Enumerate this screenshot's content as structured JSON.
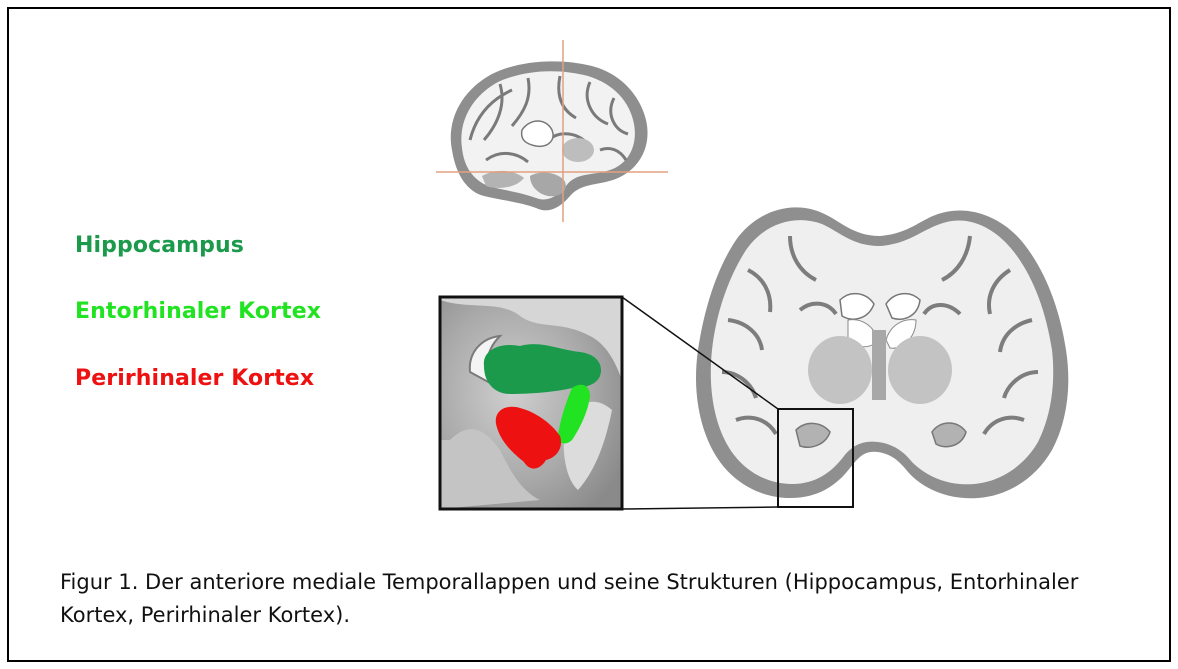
{
  "legend": [
    {
      "label": "Hippocampus",
      "color": "#1a9a4a"
    },
    {
      "label": "Entorhinaler Kortex",
      "color": "#22e322"
    },
    {
      "label": "Perirhinaler Kortex",
      "color": "#ee1111"
    }
  ],
  "caption": "Figur 1. Der anteriore mediale Temporallappen und seine Strukturen (Hippocampus, Entorhinaler Kortex, Perirhinaler Kortex).",
  "colors": {
    "hippocampus": "#1a9a4a",
    "entorhinal": "#22e322",
    "perirhinal": "#ee1111",
    "crosshair": "#e0a080"
  }
}
